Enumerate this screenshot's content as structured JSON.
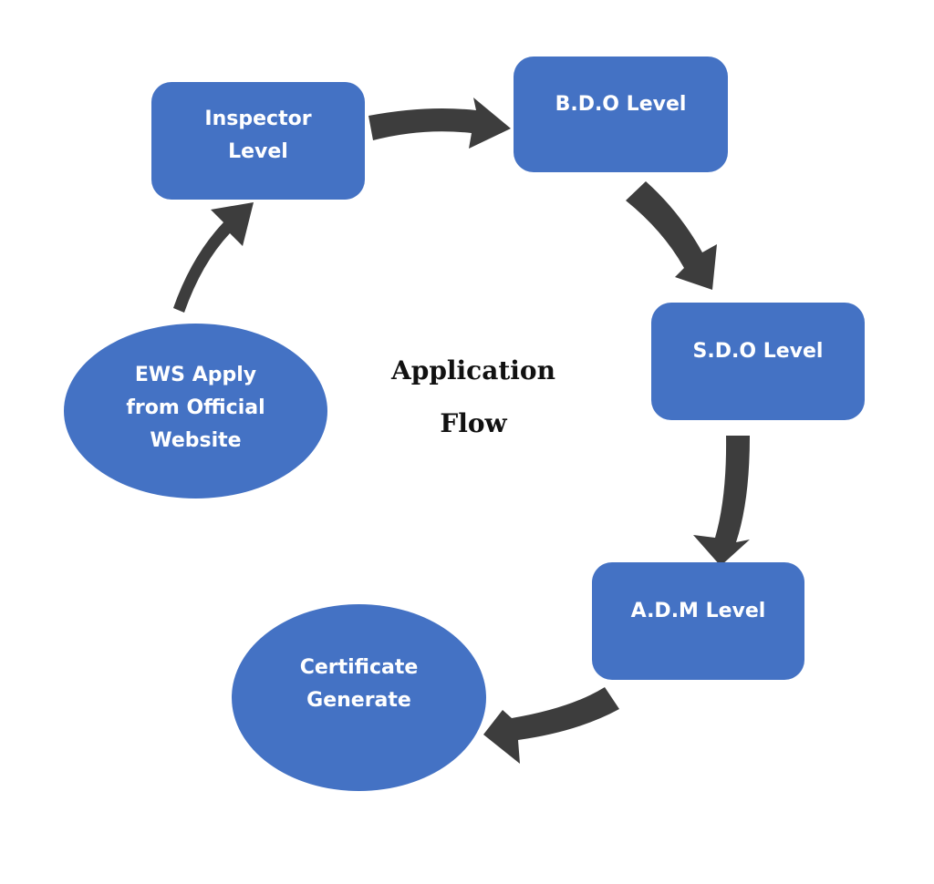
{
  "diagram": {
    "title": "Application\nFlow",
    "colors": {
      "node_fill": "#4472c4",
      "node_text": "#ffffff",
      "arrow": "#3d3d3d",
      "title_text": "#111111",
      "background": "#ffffff"
    },
    "nodes": {
      "ews": {
        "label": "EWS Apply\nfrom Official\nWebsite",
        "shape": "ellipse"
      },
      "inspector": {
        "label": "Inspector\nLevel",
        "shape": "rounded-rect"
      },
      "bdo": {
        "label": "B.D.O Level",
        "shape": "rounded-rect"
      },
      "sdo": {
        "label": "S.D.O Level",
        "shape": "rounded-rect"
      },
      "adm": {
        "label": "A.D.M Level",
        "shape": "rounded-rect"
      },
      "certificate": {
        "label": "Certificate\nGenerate",
        "shape": "ellipse"
      }
    },
    "edges": [
      {
        "from": "ews",
        "to": "inspector"
      },
      {
        "from": "inspector",
        "to": "bdo"
      },
      {
        "from": "bdo",
        "to": "sdo"
      },
      {
        "from": "sdo",
        "to": "adm"
      },
      {
        "from": "adm",
        "to": "certificate"
      }
    ]
  }
}
